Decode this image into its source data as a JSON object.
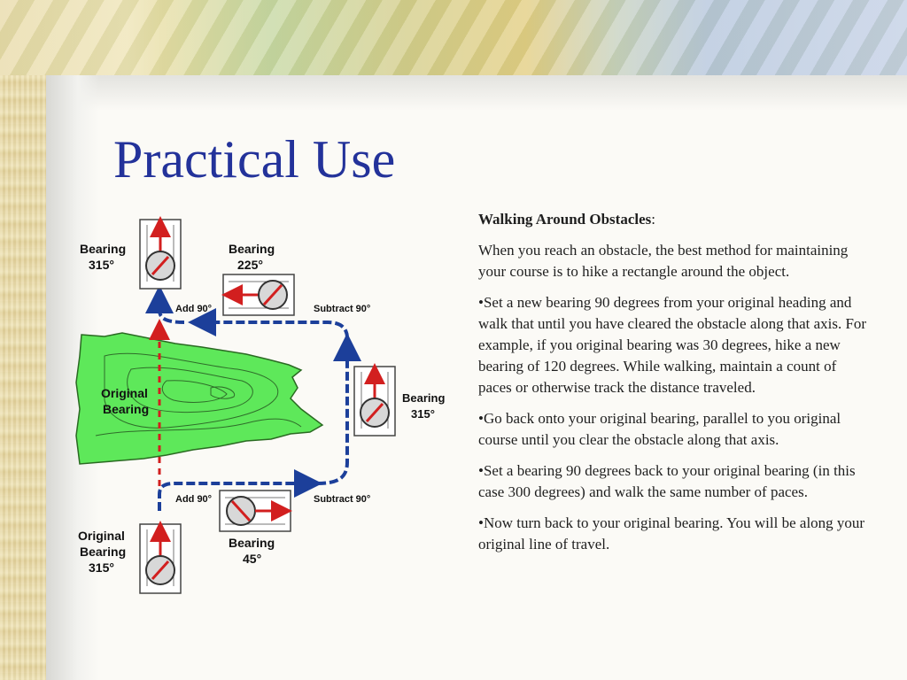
{
  "slide": {
    "title": "Practical Use"
  },
  "diagram": {
    "labels": {
      "bearing_top_left": [
        "Bearing",
        "315°"
      ],
      "bearing_top_mid": [
        "Bearing",
        "225°"
      ],
      "bearing_right": [
        "Bearing",
        "315°"
      ],
      "bearing_bottom_mid": [
        "Bearing",
        "45°"
      ],
      "original_bearing_bottom": [
        "Original",
        "Bearing",
        "315°"
      ],
      "original_bearing_map": [
        "Original",
        "Bearing"
      ],
      "add_top": "Add 90°",
      "subtract_top": "Subtract 90°",
      "add_bottom": "Add 90°",
      "subtract_bottom": "Subtract 90°"
    },
    "colors": {
      "arrow": "#1c3f9a",
      "needle": "#d21f1f",
      "terrain": "#5ee85a"
    }
  },
  "text": {
    "heading": "Walking Around Obstacles",
    "heading_suffix": ":",
    "intro": "When you reach an obstacle, the best method for maintaining your course is to hike a rectangle around the object.",
    "bullets": [
      "•Set a new bearing 90 degrees from your original heading and walk that until you have cleared the obstacle along that axis. For example, if you original bearing was 30 degrees, hike a new bearing of 120 degrees. While walking, maintain a count of paces or otherwise track the distance traveled.",
      "•Go back onto your original bearing, parallel to you original course until you clear the obstacle along that axis.",
      "•Set a bearing 90 degrees back to your original bearing (in this case 300 degrees) and walk the same number of paces.",
      "•Now turn back to your original bearing. You will be along your original line of travel."
    ]
  }
}
